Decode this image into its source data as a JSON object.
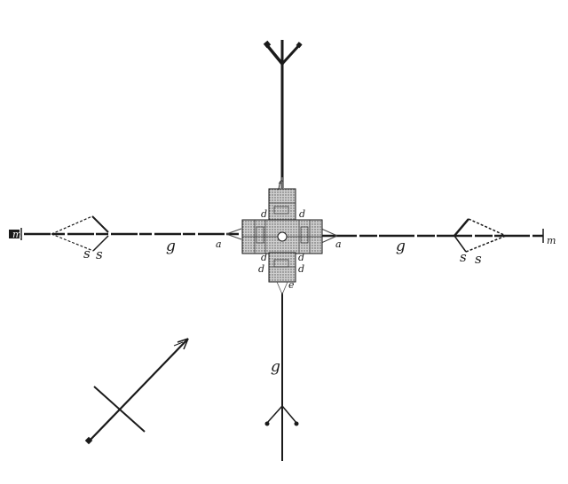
{
  "figure": {
    "description": "Engraved plan: cruciform building at center with four axes, lettered",
    "ink_color": "#1a1a1a",
    "hatch_color": "#555555",
    "paper_color": "#ffffff"
  },
  "labels": {
    "center_top": "f",
    "center_upper_left_d": "d",
    "center_upper_right_d": "d",
    "center_lower_left_a": "d",
    "center_lower_right_a": "d",
    "center_lower_left_d": "d",
    "center_lower_right_d": "d",
    "center_bottom_e": "e",
    "west_near_a": "a",
    "east_near_a": "a",
    "west_g": "g",
    "east_g": "g",
    "south_g": "g",
    "west_s1": "s",
    "west_s2": "s",
    "east_s1": "s",
    "east_s2": "s",
    "west_end_m": "m",
    "east_end_m": "m"
  },
  "axes": [
    {
      "name": "north-axis",
      "terminal": "fletched-arrow-tail"
    },
    {
      "name": "south-axis",
      "terminal": "two-pronged-marker"
    },
    {
      "name": "west-axis",
      "terminal": "end-mark-m"
    },
    {
      "name": "east-axis",
      "terminal": "end-mark-m"
    }
  ],
  "compass": {
    "symbol": "arrow-crossed",
    "direction": "north-east"
  }
}
